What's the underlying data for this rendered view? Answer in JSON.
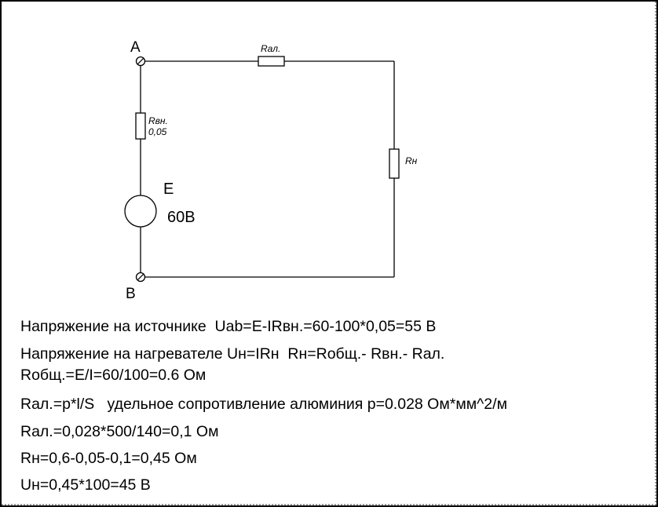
{
  "circuit": {
    "node_a": "A",
    "node_b": "B",
    "r_line_label": "Rал.",
    "r_int_label": "Rвн.",
    "r_int_value": "0,05",
    "r_load_label": "Rн",
    "source_label": "E",
    "source_value": "60В"
  },
  "calculations": {
    "line1": "Напряжение на источнике  Uab=E-IRвн.=60-100*0,05=55 В",
    "line2a": "Напряжение на нагревателе Uн=IRн  Rн=Rобщ.- Rвн.- Rал.",
    "line2b": "Rобщ.=E/I=60/100=0.6 Ом",
    "line3": "Rал.=p*l/S   удельное сопротивление алюминия p=0.028 Ом*мм^2/м",
    "line4": "Rал.=0,028*500/140=0,1 Ом",
    "line5": "Rн=0,6-0,05-0,1=0,45 Ом",
    "line6": "Uн=0,45*100=45 В"
  }
}
